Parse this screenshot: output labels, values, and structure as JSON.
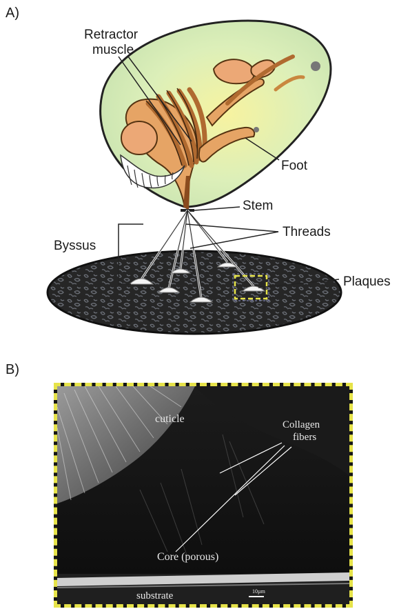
{
  "panel_a": {
    "label": "A)",
    "labels": {
      "retractor_muscle_line1": "Retractor",
      "retractor_muscle_line2": "muscle",
      "foot": "Foot",
      "stem": "Stem",
      "threads": "Threads",
      "byssus": "Byssus",
      "plaques": "Plaques"
    }
  },
  "panel_b": {
    "label": "B)",
    "labels": {
      "cuticle": "cuticle",
      "collagen_line1": "Collagen",
      "collagen_line2": "fibers",
      "core": "Core (porous)",
      "substrate": "substrate",
      "scale_bar": "10µm"
    }
  },
  "colors": {
    "shell_fill": "#d9efc0",
    "body_fill": "#e7a566",
    "substrate_fill": "#2a2a2a",
    "highlight_box": "#e6e34a",
    "sem_background": "#151515"
  }
}
